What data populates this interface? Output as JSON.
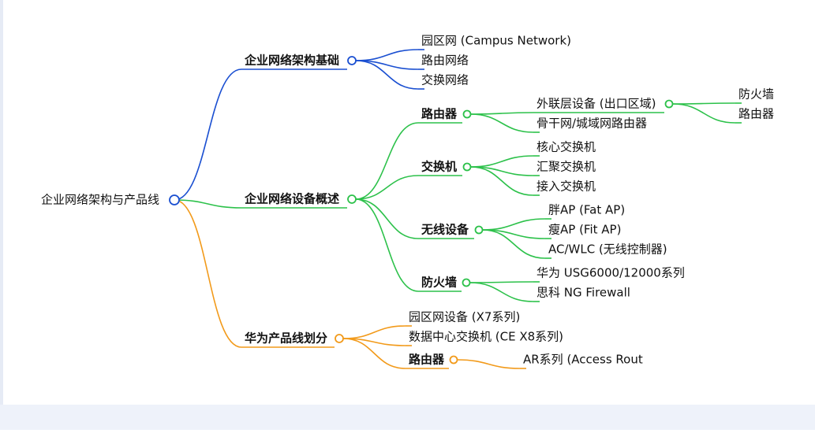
{
  "colors": {
    "blue": "#1a4fd1",
    "green": "#2cc14a",
    "orange": "#f29a1a",
    "text": "#111111"
  },
  "root": {
    "label": "企业网络架构与产品线"
  },
  "branches": [
    {
      "label": "企业网络架构基础",
      "color": "blue",
      "children": [
        {
          "label": "园区网 (Campus Network)"
        },
        {
          "label": "路由网络"
        },
        {
          "label": "交换网络"
        }
      ]
    },
    {
      "label": "企业网络设备概述",
      "color": "green",
      "children": [
        {
          "label": "路由器",
          "children": [
            {
              "label": "外联层设备 (出口区域)",
              "children": [
                {
                  "label": "防火墙"
                },
                {
                  "label": "路由器"
                }
              ]
            },
            {
              "label": "骨干网/城域网路由器"
            }
          ]
        },
        {
          "label": "交换机",
          "children": [
            {
              "label": "核心交换机"
            },
            {
              "label": "汇聚交换机"
            },
            {
              "label": "接入交换机"
            }
          ]
        },
        {
          "label": "无线设备",
          "children": [
            {
              "label": "胖AP (Fat AP)"
            },
            {
              "label": "瘦AP (Fit AP)"
            },
            {
              "label": "AC/WLC (无线控制器)"
            }
          ]
        },
        {
          "label": "防火墙",
          "children": [
            {
              "label": "华为 USG6000/12000系列"
            },
            {
              "label": "思科 NG Firewall"
            }
          ]
        }
      ]
    },
    {
      "label": "华为产品线划分",
      "color": "orange",
      "children": [
        {
          "label": "园区网设备 (X7系列)"
        },
        {
          "label": "数据中心交换机 (CE X8系列)"
        },
        {
          "label": "路由器",
          "children": [
            {
              "label": "AR系列 (Access Rout"
            }
          ]
        }
      ]
    }
  ]
}
